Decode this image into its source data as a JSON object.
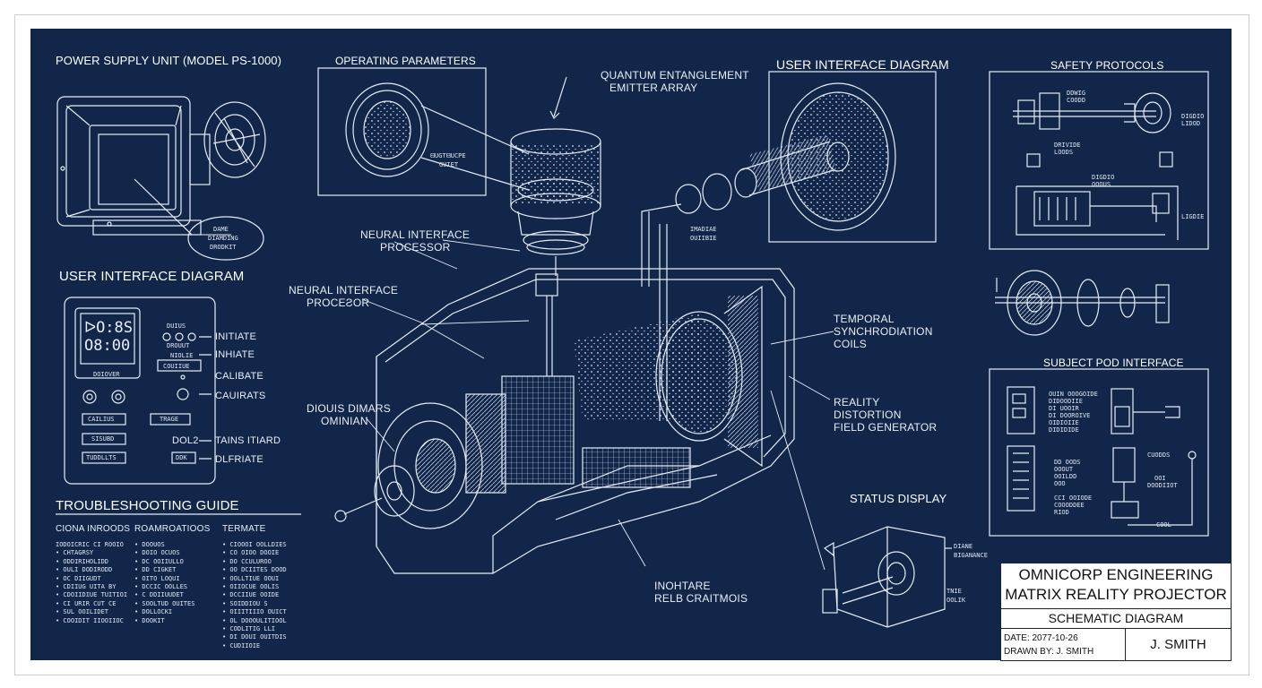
{
  "sections": {
    "power_supply": "POWER SUPPLY UNIT (MODEL PS-1000)",
    "operating_parameters": "OPERATING PARAMETERS",
    "user_interface_top": "USER INTERFACE DIAGRAM",
    "safety_protocols": "SAFETY PROTOCOLS",
    "user_interface_left": "USER INTERFACE DIAGRAM",
    "subject_pod": "SUBJECT POD INTERFACE",
    "troubleshooting": "TROUBLESHOOTING GUIDE",
    "status_display": "STATUS DISPLAY"
  },
  "callouts": {
    "quantum_1": "QUANTUM ENTANGLEMENT",
    "quantum_2": "EMITTER ARRAY",
    "neural_top_1": "NEURAL INTERFACE",
    "neural_top_2": "PROCESSOR",
    "neural_mid_1": "NEURAL INTERFACE",
    "neural_mid_2": "PROCEƧOR",
    "temporal_1": "TEMPORAL",
    "temporal_2": "SYNCHRODIATION",
    "temporal_3": "COILS",
    "reality_1": "REALITY",
    "reality_2": "DISTORTION",
    "reality_3": "FIELD GENERATOR",
    "dious_1": "DIOUIS DIMARS",
    "dious_2": "OMINIAN",
    "inohare_1": "INOHTARE",
    "inohare_2": "RELB CRAITMOIS",
    "small_op_1": "ᗺUGTᗺUCPE",
    "small_op_2": "GUIET",
    "small_mid_1": "IMADIAE",
    "small_mid_2": "OUIIBIE",
    "psu_note_1": "DAME",
    "psu_note_2": "DIAMDING",
    "psu_note_3": "DRODKIT",
    "status_note_1": "DIANE",
    "status_note_2": "BIGANANCE",
    "status_note_3": "TNIE",
    "status_note_4": "OOLIK"
  },
  "ui_panel": {
    "display_line1": "ᐅO:8S",
    "display_line2": "O8:00",
    "display_caption": "DOIOVER",
    "labels": [
      "INITIATE",
      "INHIATE",
      "CALIBATE",
      "CAUIRATS",
      "TAINS ITIARD",
      "DLFRIATE"
    ],
    "small_buttons": [
      "DUIUS",
      "DROUUT",
      "NIOLIE",
      "COUIIUE"
    ],
    "rect_buttons": [
      "CAILIUS",
      "TRAGE",
      "SISUBD",
      "DOL2",
      "TUDDLLTS",
      "DDK"
    ]
  },
  "troubleshooting": {
    "columns": [
      "CIONA INROODS",
      "ROAMROATIOOS",
      "TERMATE"
    ],
    "col1": [
      "IODOICRIC CI ROOIO",
      "• CHTAGRSY",
      "• ODDIRIHOLIDD",
      "• OULI DODIRODD",
      "• OC DIIGUDT",
      "• CDIIUG UITA BY",
      "• CDOIIDIUE TUITIOI",
      "• CI URIR CUT CE",
      "• SUL OOILIDET",
      "• COOIDIT IIOOIIOC"
    ],
    "col2": [
      "• DOOUOS",
      "• DOIO OCUOS",
      "• DC OOIIULLO",
      "• DD CIGKET",
      "• OITO LOQUI",
      "• DCCIC OOLLES",
      "• C DDIIUUDET",
      "• SOOLTUD OUITES",
      "• DOLLOCKI",
      "• DOOKIT"
    ],
    "col3": [
      "• CIOOOI OOLLDIES",
      "• CO OIOO DOOIE",
      "• DO CCULUROO",
      "• OO DCIITES DOOD",
      "• OOLLTIUE OOUI",
      "• OIIOCUE OOLIS",
      "• DCCIIUE OOIDE",
      "• SOIDDIOU S",
      "• OIIITIIIO OUICT",
      "• OL DOOOULITIOOL",
      "• CODLITIG LLI",
      "• DI DOUI OUITDIS",
      "• CUDIIOIE"
    ]
  },
  "safety_notes": [
    "DDWIG",
    "COODD",
    "DIGDIO",
    "LIDOD",
    "DRIVIDE",
    "LOODS",
    "DIGDIO",
    "OOOUS",
    "LIGDIE"
  ],
  "subject_pod_notes": [
    "OUIN OOOGOIDE",
    "DIDOODIIE",
    "DI UOOIR",
    "DI DOOROIVE",
    "OIDIOIIE",
    "DIDIDIDE",
    "CUODDS",
    "OOI",
    "DOODIIOT",
    "DD OODS",
    "OOOUT",
    "OOILDD",
    "OOO",
    "CCI OOIODE",
    "COOODDEE",
    "RIOD",
    "COOL"
  ],
  "title_block": {
    "company": "OMNICORP ENGINEERING",
    "product": "MATRIX REALITY PROJECTOR",
    "doc_type": "SCHEMATIC DIAGRAM",
    "date": "DATE: 2077-10-26",
    "drawn_by": "DRAWN BY: J. SMITH",
    "signature": "J. SMITH"
  },
  "colors": {
    "board": "#12264a",
    "line": "#e6edf8",
    "title_block_bg": "#ffffff"
  }
}
